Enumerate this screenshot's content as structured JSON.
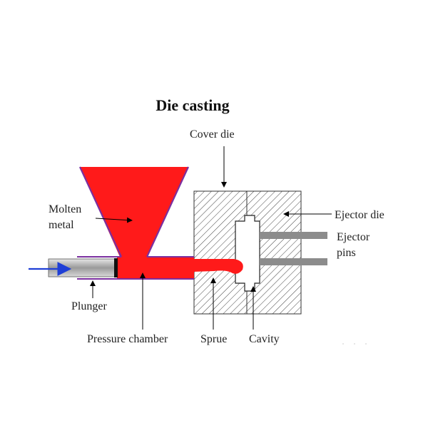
{
  "title": "Die casting",
  "labels": {
    "cover_die": "Cover die",
    "molten_metal_line1": "Molten",
    "molten_metal_line2": "metal",
    "ejector_die": "Ejector die",
    "ejector_pins_line1": "Ejector",
    "ejector_pins_line2": "pins",
    "plunger": "Plunger",
    "pressure_chamber": "Pressure chamber",
    "sprue": "Sprue",
    "cavity": "Cavity"
  },
  "colors": {
    "molten_metal": "#ff1a1a",
    "vessel_outline": "#7b2fa0",
    "die_hatch": "#333333",
    "ejector_pin": "#8c8c8c",
    "plunger_arrow": "#1f3fd6",
    "leader": "#000000"
  },
  "icons": {
    "plunger_push": "arrow-right-icon"
  }
}
